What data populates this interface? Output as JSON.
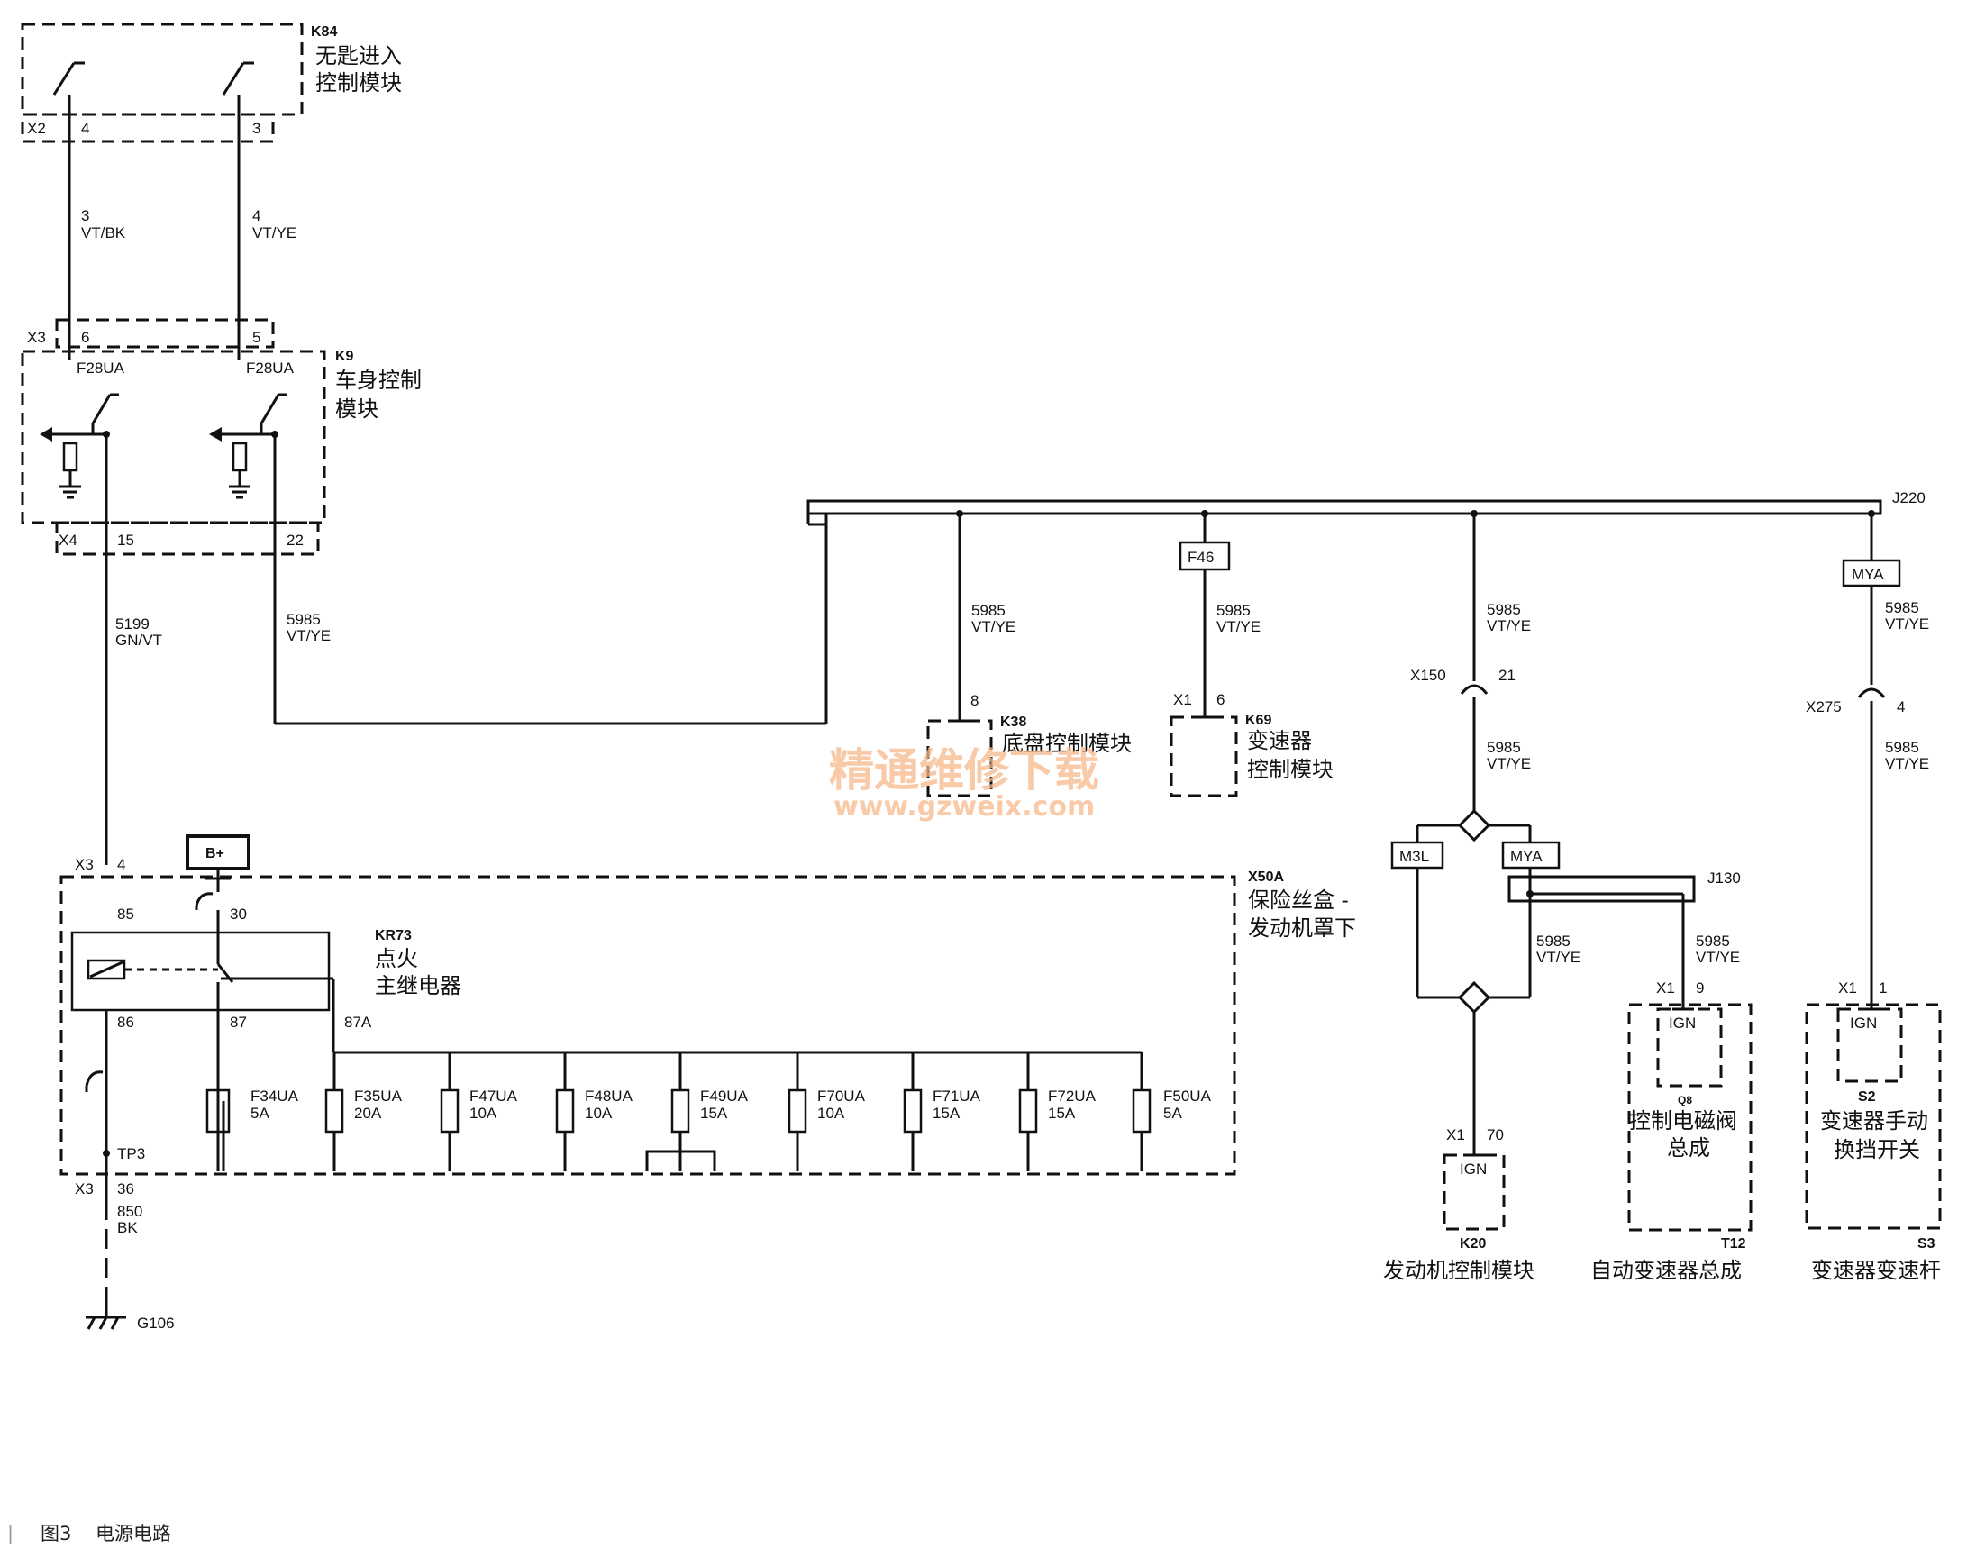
{
  "caption": {
    "bar": "|",
    "figure": "图3",
    "title": "电源电路"
  },
  "watermark": {
    "line1": "精通维修下载",
    "line2": "www.gzweix.com"
  },
  "modules": {
    "k84": {
      "id": "K84",
      "name1": "无匙进入",
      "name2": "控制模块"
    },
    "k9": {
      "id": "K9",
      "name1": "车身控制",
      "name2": "模块"
    },
    "k38": {
      "id": "K38",
      "name1": "底盘控制模块"
    },
    "k69": {
      "id": "K69",
      "name1": "变速器",
      "name2": "控制模块"
    },
    "x50a": {
      "id": "X50A",
      "name1": "保险丝盒 -",
      "name2": "发动机罩下"
    },
    "kr73": {
      "id": "KR73",
      "name1": "点火",
      "name2": "主继电器"
    },
    "k20": {
      "id": "K20",
      "name1": "发动机控制模块",
      "ign": "IGN"
    },
    "q8": {
      "id": "Q8",
      "name1": "控制电磁阀",
      "name2": "总成",
      "ign": "IGN"
    },
    "t12": {
      "id": "T12",
      "name1": "自动变速器总成"
    },
    "s2": {
      "id": "S2",
      "name1": "变速器手动",
      "name2": "换挡开关",
      "ign": "IGN"
    },
    "s3": {
      "id": "S3",
      "name1": "变速器变速杆"
    }
  },
  "connectors": {
    "x2": "X2",
    "x2_p1": "4",
    "x2_p2": "3",
    "x3a": "X3",
    "x3a_p1": "6",
    "x3a_p2": "5",
    "x4": "X4",
    "x4_p1": "15",
    "x4_p2": "22",
    "x3b": "X3",
    "x3b_p": "4",
    "x3c": "X3",
    "x3c_p": "36",
    "k38_pin": "8",
    "k69_conn": "X1",
    "k69_pin": "6",
    "x150": "X150",
    "x150_p": "21",
    "x275": "X275",
    "x275_p": "4",
    "q8_conn": "X1",
    "q8_pin": "9",
    "s2_conn": "X1",
    "s2_pin": "1",
    "k20_conn": "X1",
    "k20_pin": "70"
  },
  "wires": {
    "w1_num": "3",
    "w1_col": "VT/BK",
    "w2_num": "4",
    "w2_col": "VT/YE",
    "w3_num": "5199",
    "w3_col": "GN/VT",
    "w4_num": "5985",
    "w4_col": "VT/YE",
    "w850_num": "850",
    "w850_col": "BK",
    "w5985": "5985",
    "wvtye": "VT/YE"
  },
  "splices": {
    "j220": "J220",
    "j130": "J130"
  },
  "labels": {
    "f28a": "F28UA",
    "f28b": "F28UA",
    "bplus": "B+",
    "f46": "F46",
    "mya1": "MYA",
    "m3l": "M3L",
    "mya2": "MYA",
    "p85": "85",
    "p86": "86",
    "p30": "30",
    "p87": "87",
    "p87a": "87A",
    "tp3": "TP3",
    "g106": "G106"
  },
  "fuses": [
    {
      "name": "F34UA",
      "rating": "5A"
    },
    {
      "name": "F35UA",
      "rating": "20A"
    },
    {
      "name": "F47UA",
      "rating": "10A"
    },
    {
      "name": "F48UA",
      "rating": "10A"
    },
    {
      "name": "F49UA",
      "rating": "15A"
    },
    {
      "name": "F70UA",
      "rating": "10A"
    },
    {
      "name": "F71UA",
      "rating": "15A"
    },
    {
      "name": "F72UA",
      "rating": "15A"
    },
    {
      "name": "F50UA",
      "rating": "5A"
    }
  ]
}
